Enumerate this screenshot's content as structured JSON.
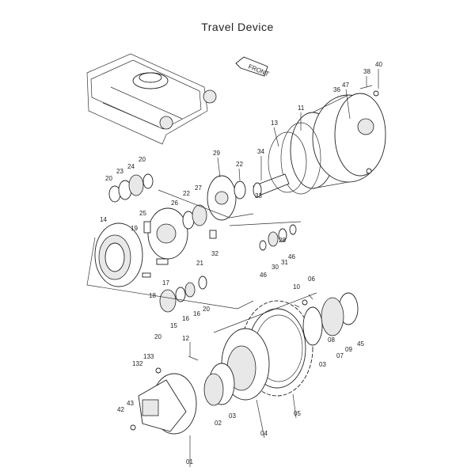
{
  "title": "Travel Device",
  "front_arrow_label": "FRONT",
  "callouts": [
    "40",
    "38",
    "47",
    "36",
    "11",
    "13",
    "34",
    "29",
    "22",
    "33",
    "20",
    "24",
    "23",
    "20",
    "27",
    "22",
    "26",
    "25",
    "14",
    "19",
    "21",
    "32",
    "28",
    "30",
    "31",
    "46",
    "46",
    "17",
    "18",
    "16",
    "16",
    "15",
    "20",
    "20",
    "10",
    "06",
    "08",
    "09",
    "45",
    "07",
    "03",
    "05",
    "12",
    "133",
    "132",
    "04",
    "02",
    "03",
    "43",
    "42",
    "01"
  ]
}
